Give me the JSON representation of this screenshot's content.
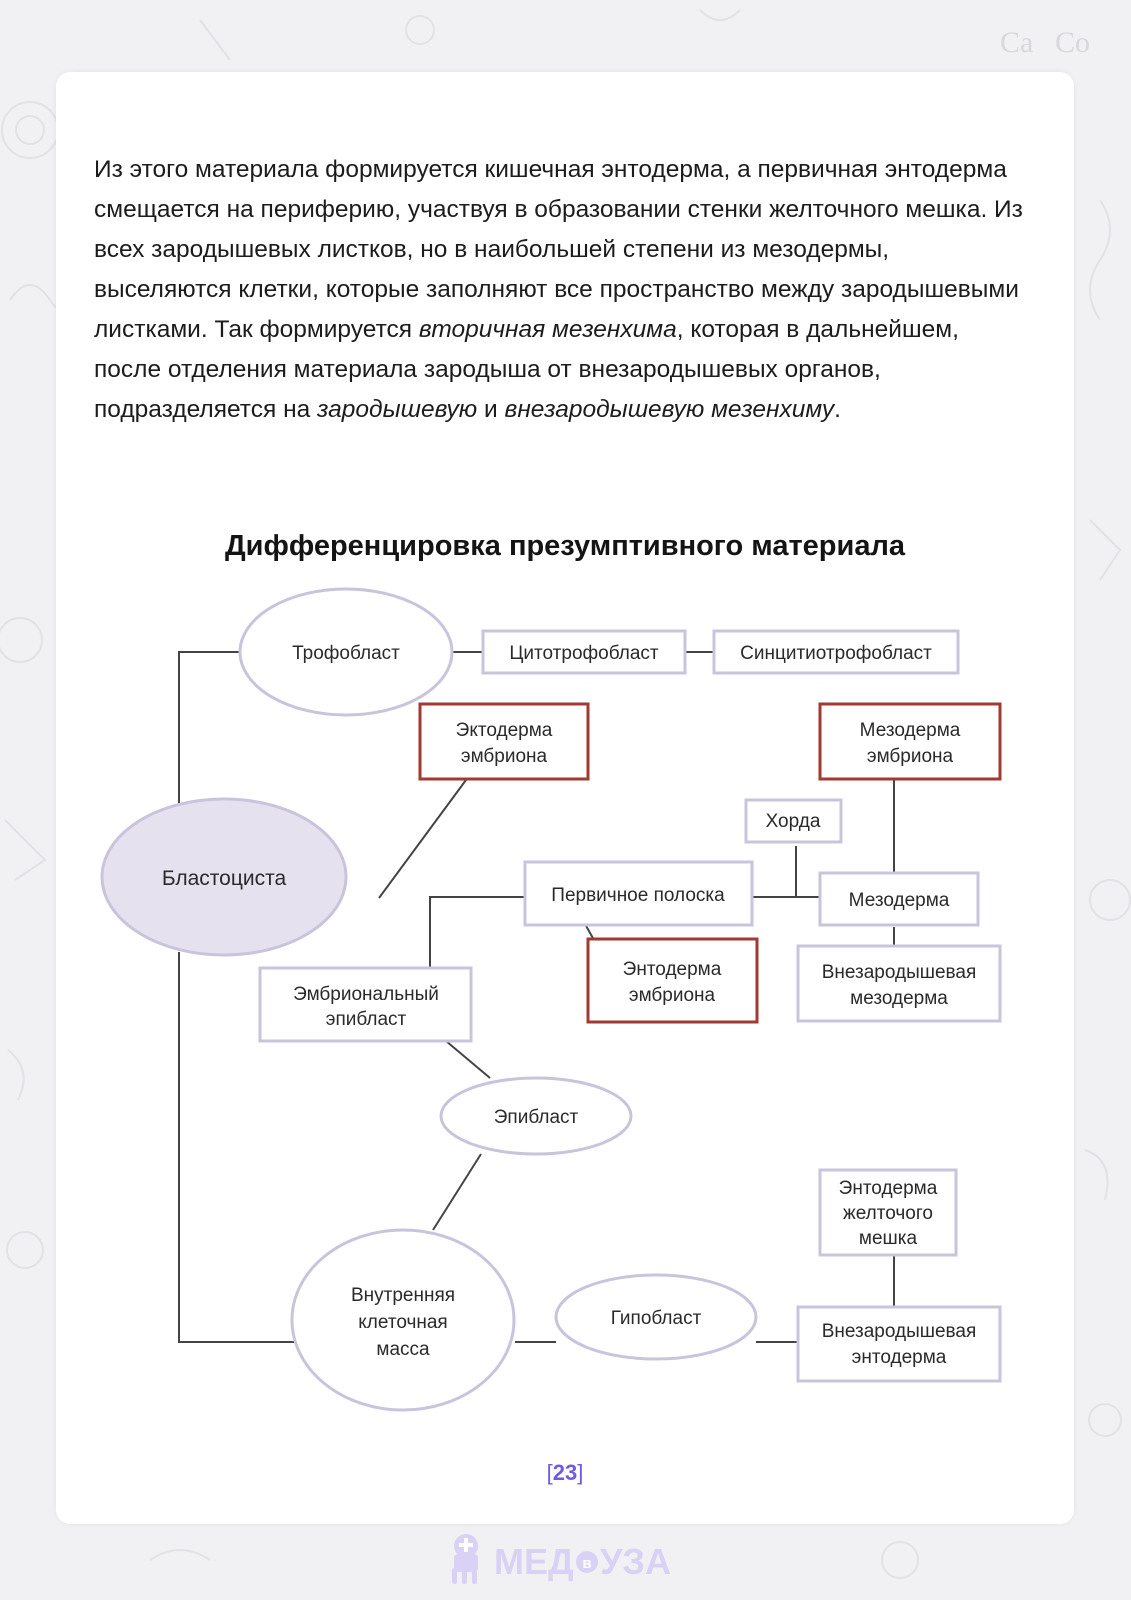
{
  "paragraph": {
    "s1": "Из этого материала формируется кишечная энтодерма, а первичная энтодерма смещается на периферию, участвуя в образовании стенки желточного мешка. Из всех зародышевых листков, но в наибольшей степени из мезодермы, выселяются клетки, которые заполняют все пространство между зародышевыми листками. Так формируется ",
    "em1": "вторичная мезенхима",
    "s2": ", которая в дальнейшем, после отделения материала зародыша от внезародышевых органов, подразделяется на ",
    "em2": "зародышевую",
    "s3": " и ",
    "em3": "внезародышевую мезенхиму",
    "s4": "."
  },
  "diagram": {
    "title": "Дифференцировка презумптивного материала",
    "colors": {
      "ellipse_stroke": "#c9c4dc",
      "box_stroke": "#c9c4dc",
      "red_stroke": "#a23a33",
      "blastocyst_fill": "#e6e1ef",
      "line": "#444444"
    },
    "nodes": {
      "trophoblast": "Трофобласт",
      "cytotrophoblast": "Цитотрофобласт",
      "syncytiotrophoblast": "Синцитиотрофобласт",
      "ectoderm_l1": "Эктодерма",
      "ectoderm_l2": "эмбриона",
      "mesoderm_emb_l1": "Мезодерма",
      "mesoderm_emb_l2": "эмбриона",
      "chorda": "Хорда",
      "blastocyst": "Бластоциста",
      "primitive_streak": "Первичное полоска",
      "mesoderm": "Мезодерма",
      "endoderm_emb_l1": "Энтодерма",
      "endoderm_emb_l2": "эмбриона",
      "extra_mesoderm_l1": "Внезародышевая",
      "extra_mesoderm_l2": "мезодерма",
      "emb_epiblast_l1": "Эмбриональный",
      "emb_epiblast_l2": "эпибласт",
      "epiblast": "Эпибласт",
      "yolk_endoderm_l1": "Энтодерма",
      "yolk_endoderm_l2": "желточого",
      "yolk_endoderm_l3": "мешка",
      "icm_l1": "Внутренняя",
      "icm_l2": "клеточная",
      "icm_l3": "масса",
      "hypoblast": "Гипобласт",
      "extra_endoderm_l1": "Внезародышевая",
      "extra_endoderm_l2": "энтодерма"
    }
  },
  "footer": {
    "page_number": "23",
    "bracket_open": "[",
    "bracket_close": "]"
  },
  "logo": {
    "text_a": "МЕД",
    "text_b": "в",
    "text_c": "УЗА",
    "color": "#d9d2f5"
  }
}
